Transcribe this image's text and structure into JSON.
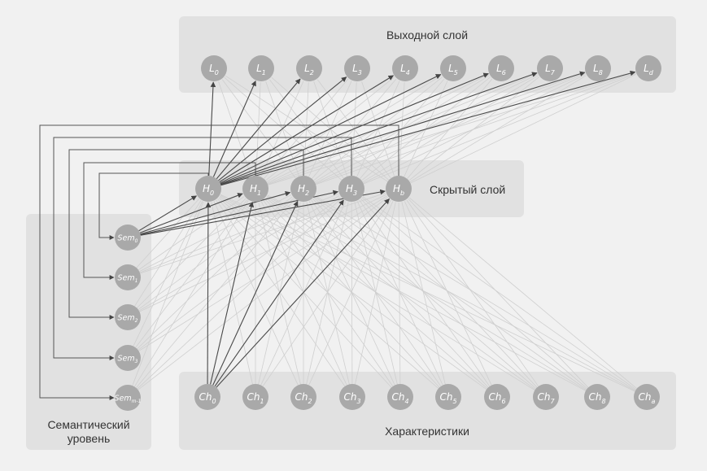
{
  "layers": {
    "output": {
      "title": "Выходной слой",
      "nodes": [
        {
          "base": "L",
          "sub": "0"
        },
        {
          "base": "L",
          "sub": "1"
        },
        {
          "base": "L",
          "sub": "2"
        },
        {
          "base": "L",
          "sub": "3"
        },
        {
          "base": "L",
          "sub": "4"
        },
        {
          "base": "L",
          "sub": "5"
        },
        {
          "base": "L",
          "sub": "6"
        },
        {
          "base": "L",
          "sub": "7"
        },
        {
          "base": "L",
          "sub": "8"
        },
        {
          "base": "L",
          "sub": "d"
        }
      ]
    },
    "hidden": {
      "title": "Скрытый слой",
      "nodes": [
        {
          "base": "H",
          "sub": "0"
        },
        {
          "base": "H",
          "sub": "1"
        },
        {
          "base": "H",
          "sub": "2"
        },
        {
          "base": "H",
          "sub": "3"
        },
        {
          "base": "H",
          "sub": "b"
        }
      ]
    },
    "semantic": {
      "title_line1": "Семантический",
      "title_line2": "уровень",
      "nodes": [
        {
          "base": "Sem",
          "sub": "0"
        },
        {
          "base": "Sem",
          "sub": "1"
        },
        {
          "base": "Sem",
          "sub": "2"
        },
        {
          "base": "Sem",
          "sub": "3"
        },
        {
          "base": "Sem",
          "sub": "m-1"
        }
      ]
    },
    "features": {
      "title": "Характеристики",
      "nodes": [
        {
          "base": "Ch",
          "sub": "0"
        },
        {
          "base": "Ch",
          "sub": "1"
        },
        {
          "base": "Ch",
          "sub": "2"
        },
        {
          "base": "Ch",
          "sub": "3"
        },
        {
          "base": "Ch",
          "sub": "4"
        },
        {
          "base": "Ch",
          "sub": "5"
        },
        {
          "base": "Ch",
          "sub": "6"
        },
        {
          "base": "Ch",
          "sub": "7"
        },
        {
          "base": "Ch",
          "sub": "8"
        },
        {
          "base": "Ch",
          "sub": "a"
        }
      ]
    }
  },
  "colors": {
    "background": "#f1f1f1",
    "panel": "#e1e1e1",
    "node": "#a9a9a9",
    "edge_faint": "#cfcfcf",
    "edge_bold": "#4a4a4a"
  }
}
